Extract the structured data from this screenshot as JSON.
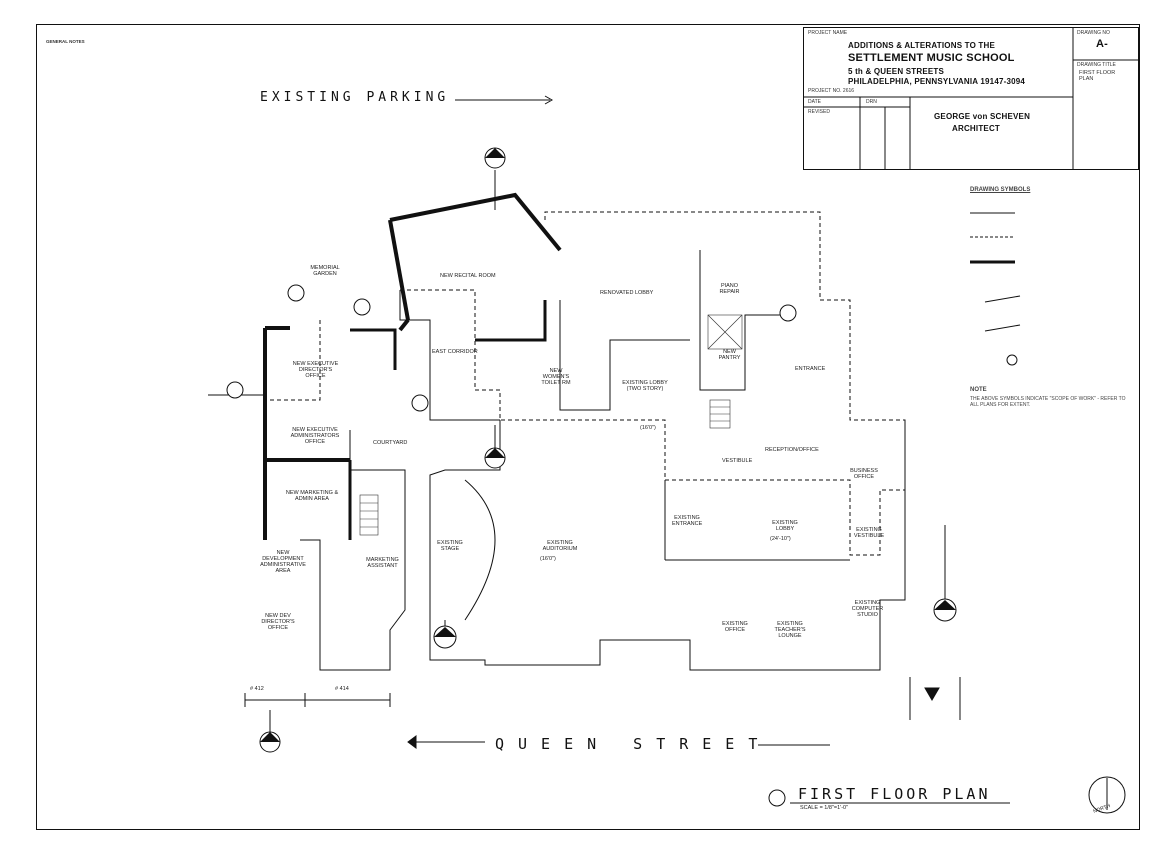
{
  "title_block": {
    "project_name_label": "PROJECT NAME",
    "project_line1": "ADDITIONS & ALTERATIONS TO THE",
    "project_line2": "SETTLEMENT MUSIC SCHOOL",
    "project_line3": "5 th & QUEEN STREETS",
    "project_line4": "PHILADELPHIA, PENNSYLVANIA   19147-3094",
    "project_no": "PROJECT NO. 2616",
    "drawing_no_label": "DRAWING NO",
    "drawing_no": "A-",
    "drawing_title_label": "DRAWING TITLE",
    "drawing_title": "FIRST FLOOR PLAN",
    "date_label": "DATE",
    "drn_label": "DRN",
    "revised_label": "REVISED",
    "architect": "GEORGE von SCHEVEN",
    "architect_role": "ARCHITECT"
  },
  "labels": {
    "existing_parking": "EXISTING PARKING",
    "queen_street": "QUEEN   STREET",
    "first_floor_plan": "FIRST FLOOR PLAN",
    "scale": "SCALE = 1/8\"=1'-0\"",
    "north": "NORTH",
    "new_recital_room": "NEW RECITAL ROOM",
    "memorial_garden": "MEMORIAL GARDEN",
    "renovated_lobby": "RENOVATED LOBBY",
    "existing_lobby": "EXISTING LOBBY (TWO STORY)",
    "existing_auditorium": "EXISTING AUDITORIUM",
    "existing_stage": "EXISTING STAGE",
    "existing_lobby_2": "EXISTING LOBBY",
    "reception_office": "RECEPTION/OFFICE",
    "courtyard": "COURTYARD",
    "entrance": "ENTRANCE",
    "piano_repair": "PIANO REPAIR",
    "east_corridor": "EAST CORRIDOR",
    "new_executive_directors_office": "NEW EXECUTIVE DIRECTOR'S OFFICE",
    "new_executive_admin_office": "NEW EXECUTIVE ADMINISTRATORS OFFICE",
    "new_marketing_admin_area": "NEW MARKETING & ADMIN AREA",
    "marketing_assistant": "MARKETING ASSISTANT",
    "new_development_admin_area": "NEW DEVELOPMENT ADMINISTRATIVE AREA",
    "new_dev_directors_office": "NEW DEV DIRECTOR'S OFFICE",
    "existing_office": "EXISTING OFFICE",
    "existing_teachers_lounge": "EXISTING TEACHER'S LOUNGE",
    "existing_vestibule": "EXISTING VESTIBULE",
    "business_office": "BUSINESS OFFICE",
    "existing_entrance": "EXISTING ENTRANCE",
    "new_pantry": "NEW PANTRY",
    "new_womens": "NEW WOMEN'S TOILET RM",
    "existing_computer_studio": "EXISTING COMPUTER STUDIO",
    "dim_412": "# 412",
    "dim_414": "# 414",
    "height_1": "(16'0\")",
    "height_2": "(16'0\")",
    "height_3": "(24'-10\")",
    "vestibule": "VESTIBULE"
  },
  "legend": {
    "title": "DRAWING SYMBOLS",
    "note_title": "NOTE",
    "note_text": "THE ABOVE SYMBOLS INDICATE \"SCOPE OF WORK\" - REFER TO ALL PLANS FOR EXTENT."
  },
  "notes_header": "GENERAL NOTES"
}
